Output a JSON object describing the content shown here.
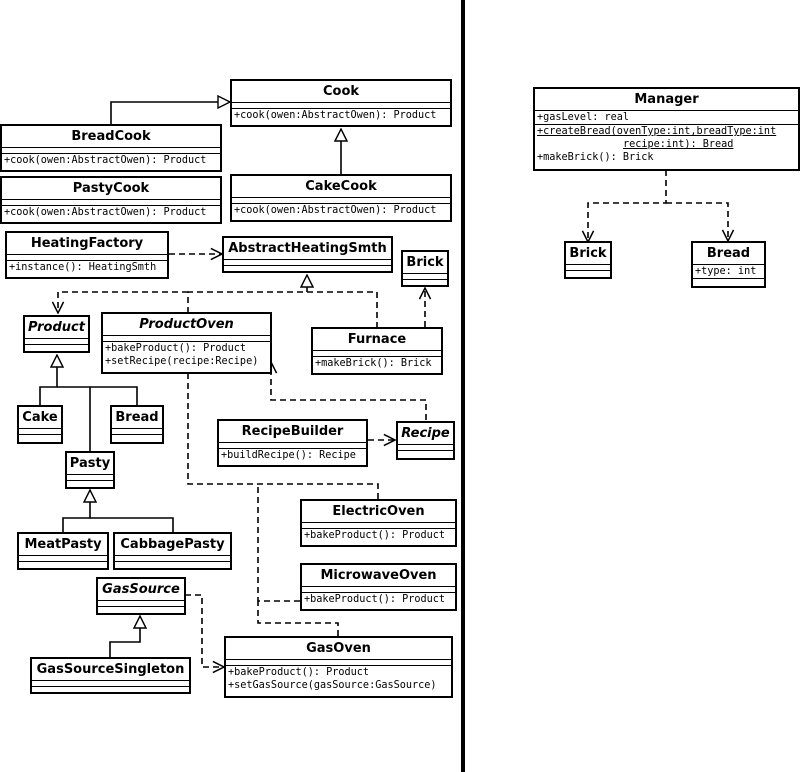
{
  "classes": {
    "cook": {
      "name": "Cook",
      "abstract": false,
      "attrs": [],
      "ops": [
        "+cook(owen:AbstractOwen): Product"
      ]
    },
    "breadCook": {
      "name": "BreadCook",
      "abstract": false,
      "attrs": [],
      "ops": [
        "+cook(owen:AbstractOwen): Product"
      ]
    },
    "pastyCook": {
      "name": "PastyCook",
      "abstract": false,
      "attrs": [],
      "ops": [
        "+cook(owen:AbstractOwen): Product"
      ]
    },
    "cakeCook": {
      "name": "CakeCook",
      "abstract": false,
      "attrs": [],
      "ops": [
        "+cook(owen:AbstractOwen): Product"
      ]
    },
    "heatingFactory": {
      "name": "HeatingFactory",
      "abstract": false,
      "attrs": [],
      "ops": [
        "+instance(): HeatingSmth"
      ]
    },
    "abstractHeatingSmth": {
      "name": "AbstractHeatingSmth",
      "abstract": false,
      "attrs": [],
      "ops": []
    },
    "brickLeft": {
      "name": "Brick",
      "abstract": false,
      "attrs": [],
      "ops": []
    },
    "product": {
      "name": "Product",
      "abstract": true,
      "attrs": [],
      "ops": []
    },
    "productOven": {
      "name": "ProductOven",
      "abstract": true,
      "attrs": [],
      "ops": [
        "+bakeProduct(): Product",
        "+setRecipe(recipe:Recipe)"
      ]
    },
    "furnace": {
      "name": "Furnace",
      "abstract": false,
      "attrs": [],
      "ops": [
        "+makeBrick(): Brick"
      ]
    },
    "cake": {
      "name": "Cake",
      "abstract": false,
      "attrs": [],
      "ops": []
    },
    "breadLeft": {
      "name": "Bread",
      "abstract": false,
      "attrs": [],
      "ops": []
    },
    "recipeBuilder": {
      "name": "RecipeBuilder",
      "abstract": false,
      "attrs": [],
      "ops": [
        "+buildRecipe(): Recipe"
      ]
    },
    "recipe": {
      "name": "Recipe",
      "abstract": true,
      "attrs": [],
      "ops": []
    },
    "pasty": {
      "name": "Pasty",
      "abstract": false,
      "attrs": [],
      "ops": []
    },
    "electricOven": {
      "name": "ElectricOven",
      "abstract": false,
      "attrs": [],
      "ops": [
        "+bakeProduct(): Product"
      ]
    },
    "meatPasty": {
      "name": "MeatPasty",
      "abstract": false,
      "attrs": [],
      "ops": []
    },
    "cabbagePasty": {
      "name": "CabbagePasty",
      "abstract": false,
      "attrs": [],
      "ops": []
    },
    "microwaveOven": {
      "name": "MicrowaveOven",
      "abstract": false,
      "attrs": [],
      "ops": [
        "+bakeProduct(): Product"
      ]
    },
    "gasSource": {
      "name": "GasSource",
      "abstract": true,
      "attrs": [],
      "ops": []
    },
    "gasOven": {
      "name": "GasOven",
      "abstract": false,
      "attrs": [],
      "ops": [
        "+bakeProduct(): Product",
        "+setGasSource(gasSource:GasSource)"
      ]
    },
    "gasSourceSingleton": {
      "name": "GasSourceSingleton",
      "abstract": false,
      "attrs": [],
      "ops": []
    },
    "manager": {
      "name": "Manager",
      "abstract": false,
      "attrs": [
        "+gasLevel: real"
      ],
      "ops": [
        "+createBread(ovenType:int,breadType:int",
        "recipe:int): Bread",
        "+makeBrick(): Brick"
      ]
    },
    "brickRight": {
      "name": "Brick",
      "abstract": false,
      "attrs": [],
      "ops": []
    },
    "breadRight": {
      "name": "Bread",
      "abstract": false,
      "attrs": [
        "+type: int"
      ],
      "ops": []
    }
  }
}
